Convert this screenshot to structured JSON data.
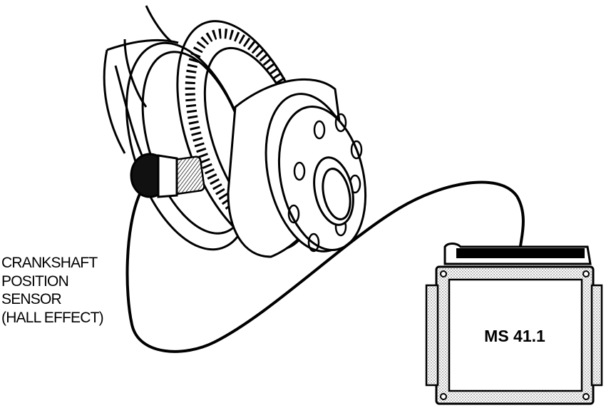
{
  "sensor_label": {
    "line1": "CRANKSHAFT",
    "line2": "POSITION",
    "line3": "SENSOR",
    "line4": "(HALL EFFECT)"
  },
  "ecu": {
    "label": "MS 41.1"
  }
}
